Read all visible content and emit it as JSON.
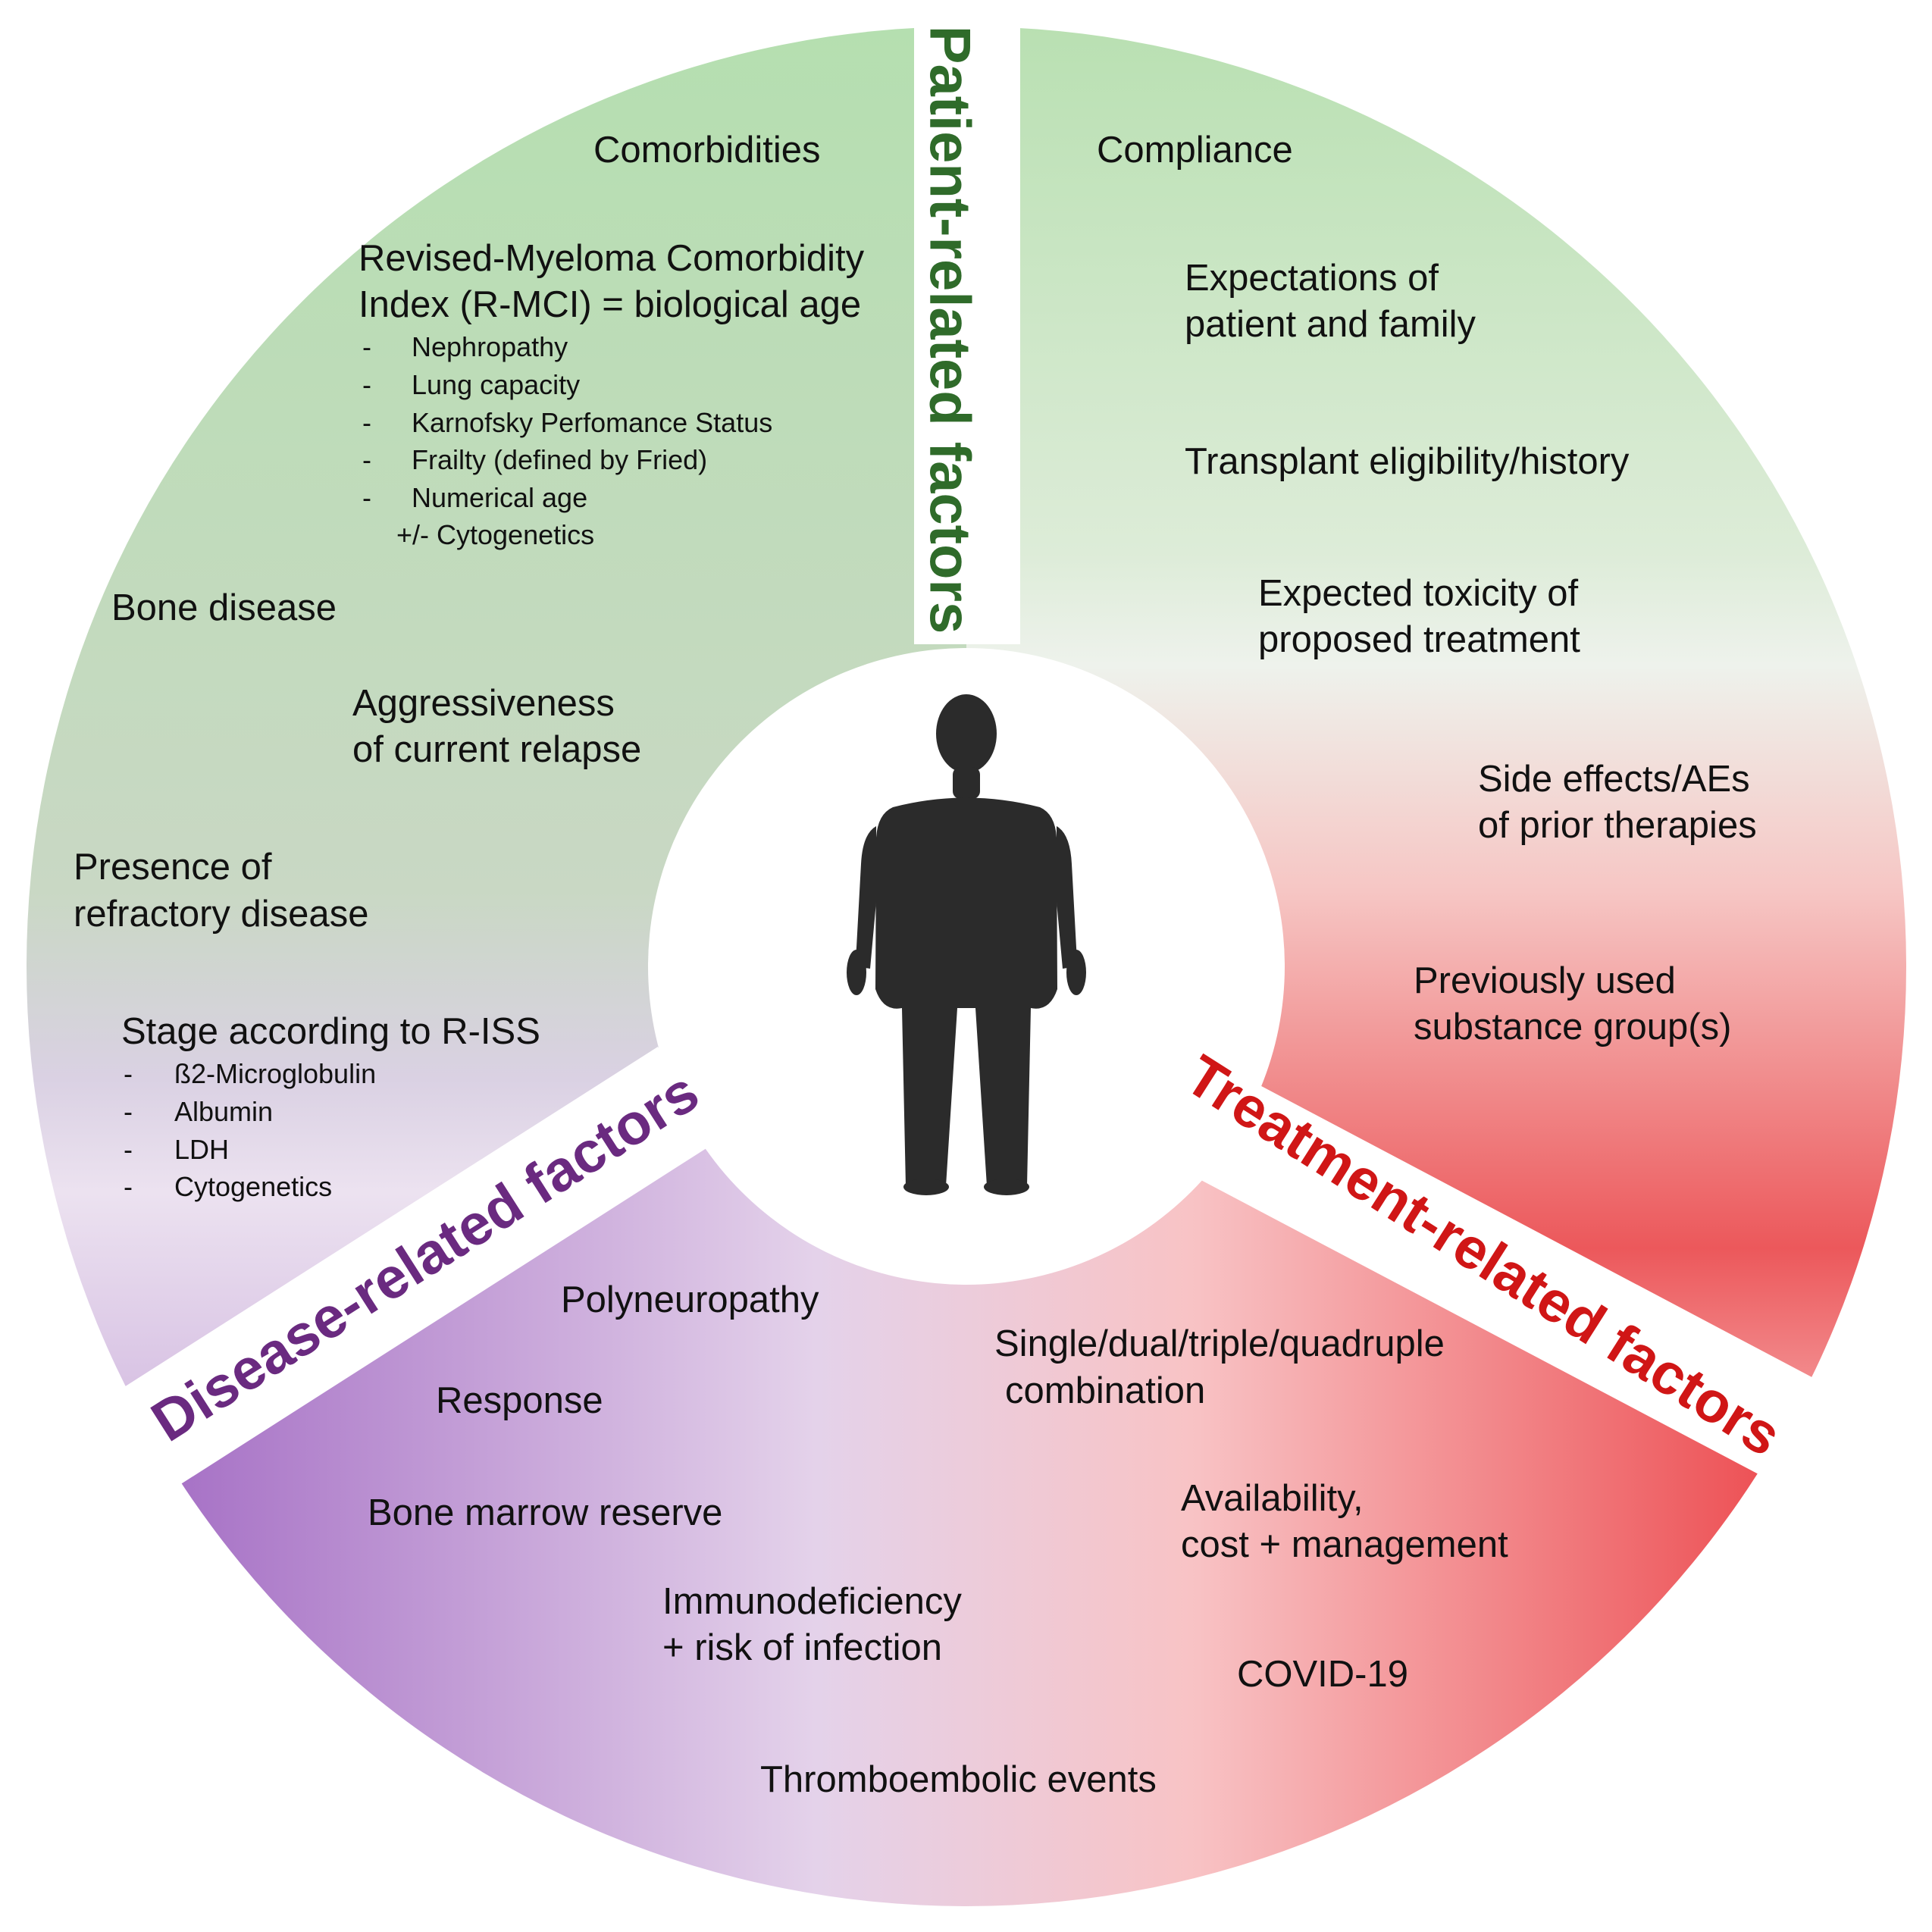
{
  "colors": {
    "patient_title": "#2f6b2a",
    "disease_title": "#6a2a80",
    "treatment_title": "#d01616",
    "green": "#b7dfb1",
    "purple": "#a973c6",
    "red": "#ee5055",
    "lavender": "#e9dcee",
    "pink": "#f8c3c5"
  },
  "icon": "human-body-silhouette-icon",
  "patient": {
    "title": "Patient-related factors",
    "comorbidities": "Comorbidities",
    "rmci_line1": "Revised-Myeloma Comorbidity",
    "rmci_line2": "Index (R-MCI) = biological age",
    "rmci_items": [
      "Nephropathy",
      "Lung capacity",
      "Karnofsky Perfomance Status",
      "Frailty (defined by Fried)",
      "Numerical age"
    ],
    "rmci_extra": "+/- Cytogenetics",
    "compliance": "Compliance",
    "expectations_line1": "Expectations of",
    "expectations_line2": "patient and family",
    "transplant": "Transplant eligibility/history",
    "toxicity_line1": "Expected toxicity of",
    "toxicity_line2": "proposed treatment"
  },
  "disease": {
    "title": "Disease-related factors",
    "bone_disease": "Bone disease",
    "aggressiveness_line1": "Aggressiveness",
    "aggressiveness_line2": "of current relapse",
    "refractory_line1": "Presence of",
    "refractory_line2": "refractory disease",
    "riss_title": "Stage according to R-ISS",
    "riss_items": [
      "ß2-Microglobulin",
      "Albumin",
      "LDH",
      "Cytogenetics"
    ],
    "polyneuropathy": "Polyneuropathy",
    "response": "Response",
    "bone_marrow": "Bone marrow reserve",
    "immunodeficiency_line1": "Immunodeficiency",
    "immunodeficiency_line2": "+ risk of infection",
    "thromboembolic": "Thromboembolic events"
  },
  "treatment": {
    "title": "Treatment-related factors",
    "side_effects_line1": "Side effects/AEs",
    "side_effects_line2": "of prior therapies",
    "previous_line1": "Previously used",
    "previous_line2": "substance group(s)",
    "combination_line1": "Single/dual/triple/quadruple",
    "combination_line2": "combination",
    "availability_line1": "Availability,",
    "availability_line2": "cost + management",
    "covid": "COVID-19"
  }
}
